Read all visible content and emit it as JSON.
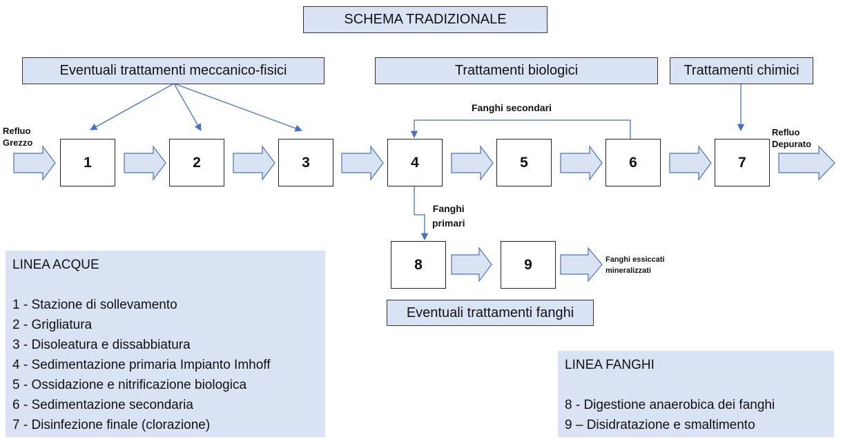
{
  "title": "SCHEMA TRADIZIONALE",
  "categories": {
    "mechanical": "Eventuali trattamenti meccanico-fisici",
    "biological": "Trattamenti biologici",
    "chemical": "Trattamenti chimici",
    "sludge": "Eventuali trattamenti fanghi"
  },
  "inlet": {
    "line1": "Refluo",
    "line2": "Grezzo"
  },
  "outlet": {
    "line1": "Refluo",
    "line2": "Depurato"
  },
  "secondary_sludge": "Fanghi secondari",
  "primary_sludge": {
    "line1": "Fanghi",
    "line2": "primari"
  },
  "dried_sludge": {
    "line1": "Fanghi essiccati",
    "line2": "mineralizzati"
  },
  "steps": [
    "1",
    "2",
    "3",
    "4",
    "5",
    "6",
    "7",
    "8",
    "9"
  ],
  "water_line": {
    "title": "LINEA ACQUE",
    "items": [
      "1 - Stazione di sollevamento",
      "2 - Grigliatura",
      "3 - Disoleatura e dissabbiatura",
      "4 - Sedimentazione primaria Impianto Imhoff",
      "5 - Ossidazione e nitrificazione biologica",
      "6 - Sedimentazione secondaria",
      "7 - Disinfezione finale (clorazione)"
    ]
  },
  "sludge_line": {
    "title": "LINEA FANGHI",
    "items": [
      "8 - Digestione anaerobica dei fanghi",
      "9 – Disidratazione e smaltimento"
    ]
  },
  "colors": {
    "panel_fill": "#dae3f3",
    "arrow_stroke": "#4472c4",
    "box_border": "#222222"
  }
}
